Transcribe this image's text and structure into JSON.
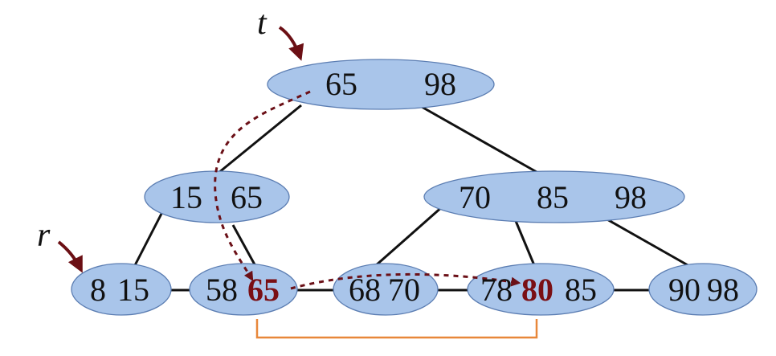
{
  "pointers": {
    "t": "t",
    "r": "r"
  },
  "nodes": {
    "root": {
      "keys": [
        "65",
        "98"
      ]
    },
    "mid_left": {
      "keys": [
        "15",
        "65"
      ]
    },
    "mid_right": {
      "keys": [
        "70",
        "85",
        "98"
      ]
    },
    "leaf1": {
      "keys": [
        "8",
        "15"
      ]
    },
    "leaf2": {
      "keys": [
        "58",
        "65"
      ]
    },
    "leaf3": {
      "keys": [
        "68",
        "70"
      ]
    },
    "leaf4": {
      "keys": [
        "78",
        "80",
        "85"
      ]
    },
    "leaf5": {
      "keys": [
        "90",
        "98"
      ]
    }
  },
  "colors": {
    "node_fill": "#a9c5ea",
    "node_stroke": "#5b7db2",
    "highlight": "#7a0f14",
    "search_path": "#6b1017",
    "range_bracket": "#e8873a"
  }
}
